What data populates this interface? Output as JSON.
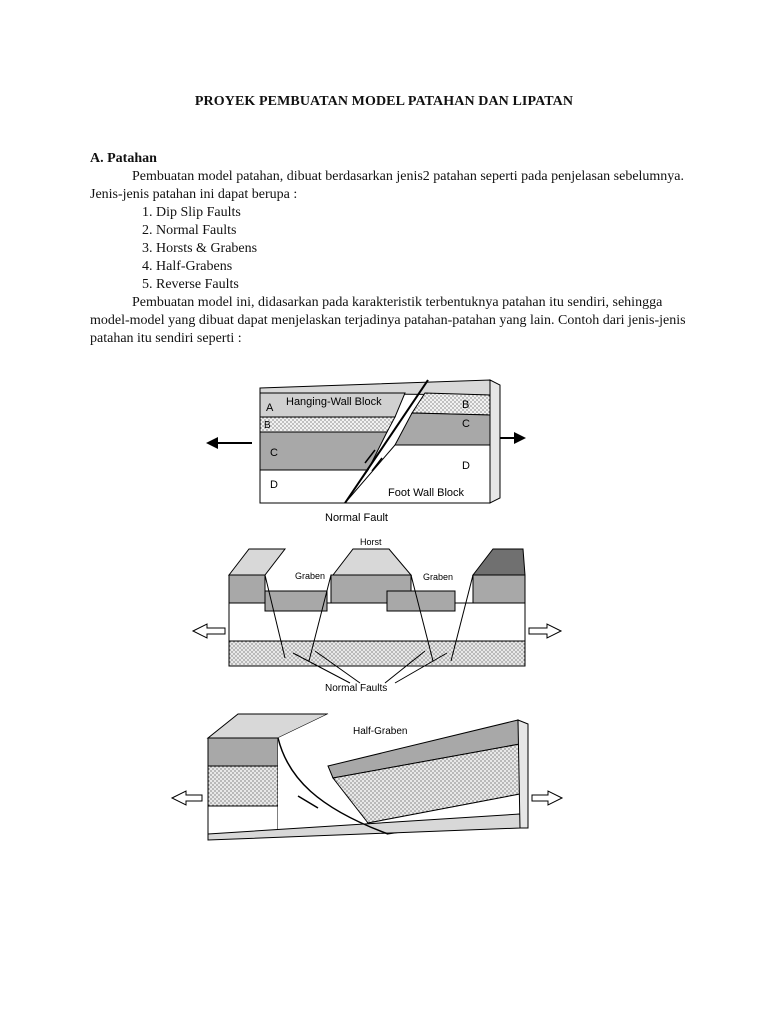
{
  "document": {
    "title": "PROYEK PEMBUATAN MODEL PATAHAN DAN LIPATAN",
    "section_heading": "A. Patahan",
    "para1": "Pembuatan model patahan, dibuat berdasarkan jenis2 patahan seperti pada penjelasan sebelumnya. Jenis-jenis patahan ini dapat berupa :",
    "list": [
      "1. Dip Slip Faults",
      "2. Normal Faults",
      "3. Horsts & Grabens",
      "4. Half-Grabens",
      "5. Reverse  Faults"
    ],
    "para2": "Pembuatan model ini, didasarkan pada karakteristik terbentuknya patahan itu sendiri, sehingga model-model yang dibuat dapat menjelaskan terjadinya patahan-patahan yang lain. Contoh dari jenis-jenis patahan itu sendiri seperti :"
  },
  "figures": {
    "normal_fault": {
      "hanging_wall": "Hanging-Wall Block",
      "foot_wall": "Foot Wall Block",
      "caption": "Normal Fault",
      "layer_a_left": "A",
      "layer_b_left": "B",
      "layer_c_left": "C",
      "layer_d_left": "D",
      "layer_b_right": "B",
      "layer_c_right": "C",
      "layer_d_right": "D"
    },
    "horst_graben": {
      "horst": "Horst",
      "graben_left": "Graben",
      "graben_right": "Graben",
      "normal_faults": "Normal Faults"
    },
    "half_graben": {
      "label": "Half-Graben"
    }
  }
}
